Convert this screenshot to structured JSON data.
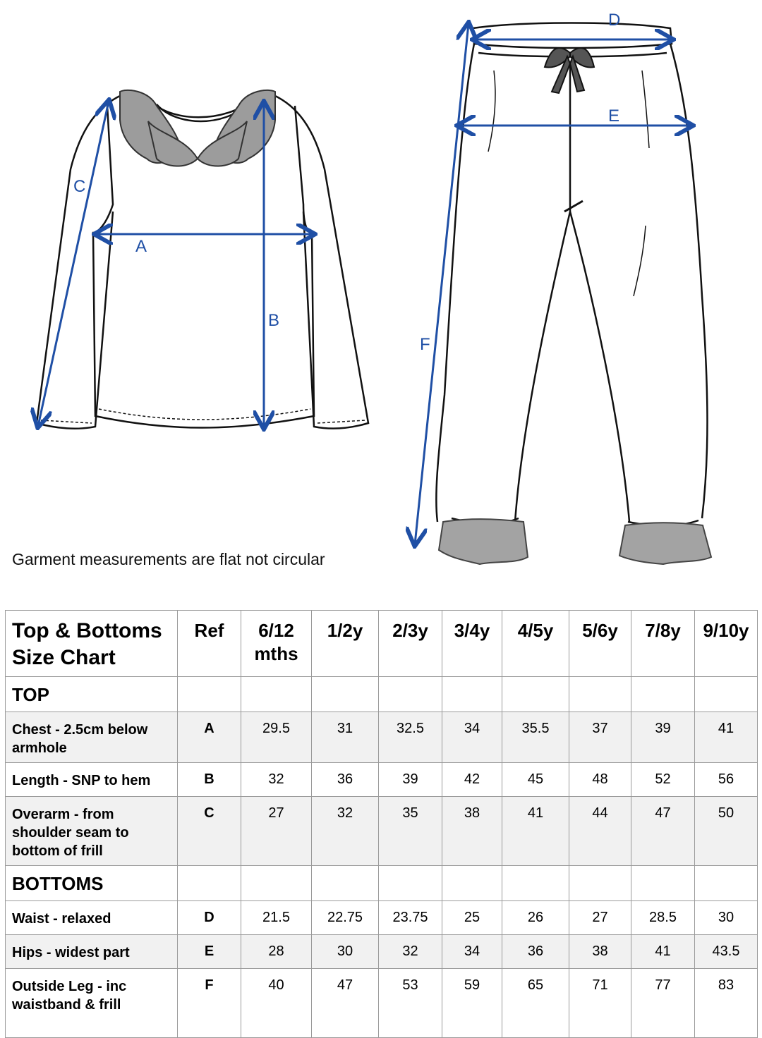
{
  "note": "Garment measurements are flat not circular",
  "diagram": {
    "labels": [
      "A",
      "B",
      "C",
      "D",
      "E",
      "F"
    ],
    "accent_color": "#1f4fa5",
    "icons": [
      "top-garment-icon",
      "bottoms-garment-icon"
    ]
  },
  "table": {
    "title": "Top & Bottoms\nSize Chart",
    "ref_header": "Ref",
    "sizes": [
      "6/12\nmths",
      "1/2y",
      "2/3y",
      "3/4y",
      "4/5y",
      "5/6y",
      "7/8y",
      "9/10y"
    ],
    "sections": [
      {
        "name": "TOP",
        "rows": [
          {
            "label": "Chest - 2.5cm below armhole",
            "ref": "A",
            "values": [
              "29.5",
              "31",
              "32.5",
              "34",
              "35.5",
              "37",
              "39",
              "41"
            ]
          },
          {
            "label": "Length - SNP to hem",
            "ref": "B",
            "values": [
              "32",
              "36",
              "39",
              "42",
              "45",
              "48",
              "52",
              "56"
            ]
          },
          {
            "label": "Overarm - from shoulder seam to bottom of frill",
            "ref": "C",
            "values": [
              "27",
              "32",
              "35",
              "38",
              "41",
              "44",
              "47",
              "50"
            ]
          }
        ]
      },
      {
        "name": "BOTTOMS",
        "rows": [
          {
            "label": "Waist - relaxed",
            "ref": "D",
            "values": [
              "21.5",
              "22.75",
              "23.75",
              "25",
              "26",
              "27",
              "28.5",
              "30"
            ]
          },
          {
            "label": "Hips - widest part",
            "ref": "E",
            "values": [
              "28",
              "30",
              "32",
              "34",
              "36",
              "38",
              "41",
              "43.5"
            ]
          },
          {
            "label": "Outside Leg - inc waistband & frill",
            "ref": "F",
            "values": [
              "40",
              "47",
              "53",
              "59",
              "65",
              "71",
              "77",
              "83"
            ]
          }
        ]
      }
    ]
  }
}
